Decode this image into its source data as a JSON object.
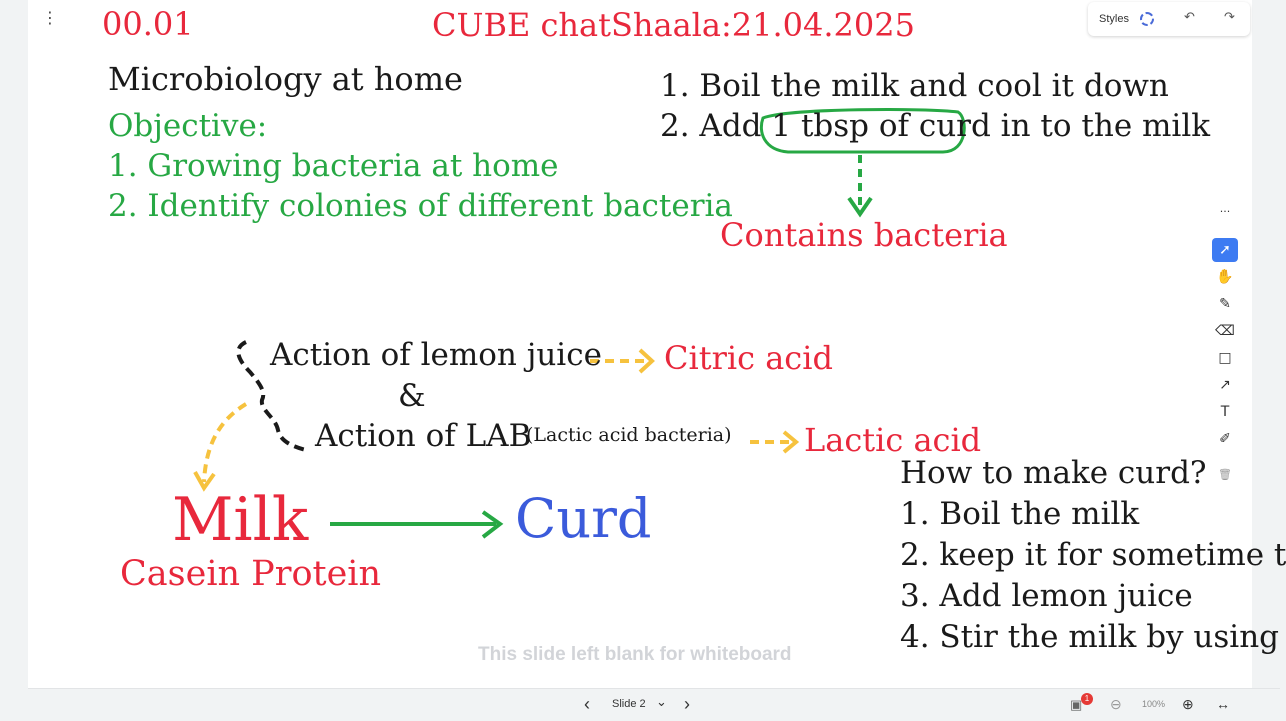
{
  "header": {
    "timer": "00.01",
    "title": "CUBE chatShaala:21.04.2025",
    "menu_icon": "⋮"
  },
  "top_controls": {
    "styles_label": "Styles",
    "undo_icon": "↶",
    "redo_icon": "↷"
  },
  "slide": {
    "heading": "Microbiology at home",
    "objective_label": "Objective:",
    "objectives": [
      "1. Growing bacteria at home",
      "2. Identify colonies of different bacteria"
    ],
    "steps": [
      "1. Boil the milk and cool it down",
      "2. Add 1 tbsp of curd in to the milk"
    ],
    "contains_bacteria": "Contains bacteria",
    "action_lemon": "Action of lemon juice",
    "ampersand": "&",
    "action_lab": "Action of LAB",
    "lab_note": "(Lactic acid bacteria)",
    "citric_acid": "Citric acid",
    "lactic_acid": "Lactic acid",
    "milk": "Milk",
    "casein": "Casein Protein",
    "curd": "Curd",
    "howto_title": "How to make curd?",
    "howto_steps": [
      "1. Boil the milk",
      "2. keep it for sometime t",
      "3. Add lemon juice",
      "4. Stir the milk by using"
    ],
    "blank_note": "This slide left blank for whiteboard",
    "colors": {
      "red": "#e8283c",
      "green": "#27a844",
      "blue": "#3b5bdb",
      "yellow": "#f6c23e",
      "black": "#1a1a1a"
    }
  },
  "toolbar": {
    "more_icon": "···",
    "tools": [
      {
        "name": "select-tool",
        "icon": "cursor-icon",
        "glyph": "➚"
      },
      {
        "name": "hand-tool",
        "icon": "hand-icon",
        "glyph": "✋"
      },
      {
        "name": "pen-tool",
        "icon": "pencil-icon",
        "glyph": "✎"
      },
      {
        "name": "eraser-tool",
        "icon": "eraser-icon",
        "glyph": "⌫"
      },
      {
        "name": "rectangle-tool",
        "icon": "rectangle-icon",
        "glyph": "□"
      },
      {
        "name": "arrow-tool",
        "icon": "arrow-icon",
        "glyph": "↗"
      },
      {
        "name": "text-tool",
        "icon": "text-icon",
        "glyph": "T"
      },
      {
        "name": "note-tool",
        "icon": "edit-icon",
        "glyph": "✐"
      }
    ],
    "delete_icon": "🗑"
  },
  "bottom_bar": {
    "prev_icon": "‹",
    "slide_label": "Slide 2",
    "dropdown_icon": "⌄",
    "next_icon": "›",
    "notification_count": "1",
    "zoom_out_icon": "⊖",
    "zoom_level": "100%",
    "zoom_in_icon": "⊕",
    "fit_icon": "↔"
  }
}
